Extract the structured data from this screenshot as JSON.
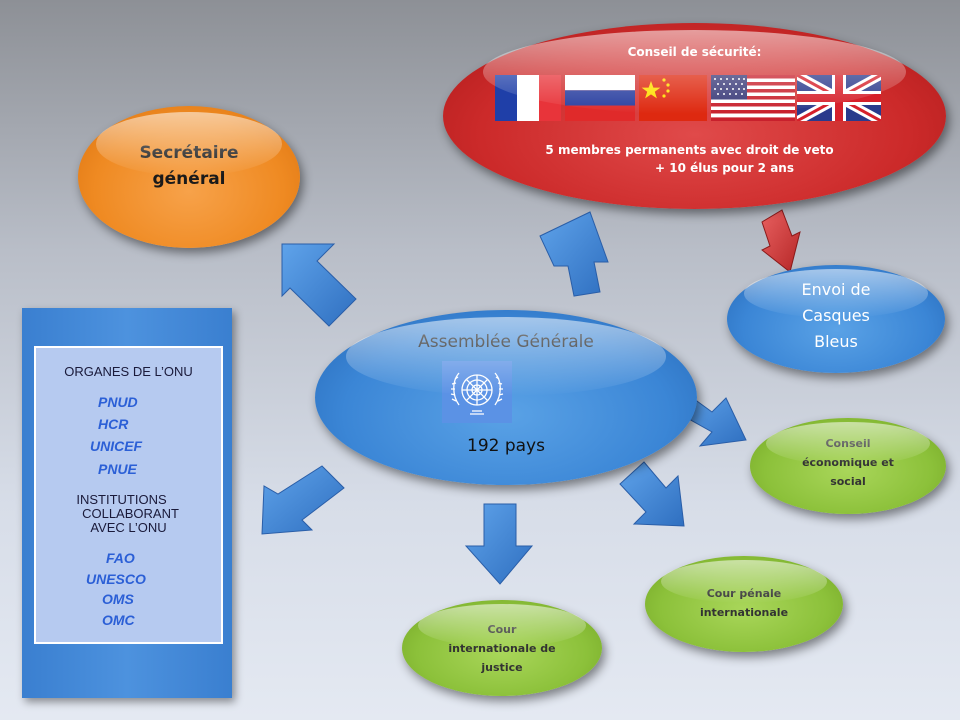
{
  "secretariat": {
    "line1": "Secrétaire",
    "line2": "général"
  },
  "security_council": {
    "title": "Conseil de sécurité:",
    "line1": "5 membres permanents avec droit de veto",
    "line2": "+ 10 élus pour 2 ans",
    "flags": [
      "france-flag",
      "russia-flag",
      "china-flag",
      "usa-flag",
      "uk-flag"
    ]
  },
  "general_assembly": {
    "title": "Assemblée Générale",
    "count": "192 pays",
    "logo": "un-emblem-icon"
  },
  "peacekeeping": {
    "line1": "Envoi de",
    "line2": "Casques",
    "line3": "Bleus"
  },
  "ecosoc": {
    "line1": "Conseil",
    "line2": "économique et",
    "line3": "social"
  },
  "icc": {
    "line1": "Cour pénale",
    "line2": "internationale"
  },
  "icj": {
    "line1": "Cour",
    "line2": "internationale de",
    "line3": "justice"
  },
  "organs": {
    "heading": "ORGANES DE L’ONU",
    "items": [
      "PNUD",
      "HCR",
      "UNICEF",
      "PNUE"
    ],
    "institutions_heading": [
      "INSTITUTIONS",
      "COLLABORANT",
      "AVEC L’ONU"
    ],
    "institutions": [
      "FAO",
      "UNESCO",
      "OMS",
      "OMC"
    ]
  },
  "colors": {
    "secretariat": "#ef8a22",
    "security_council": "#cc2a2a",
    "assembly": "#3b86d6",
    "green_nodes": "#8cc13a",
    "arrow_blue": "#3b7fd0",
    "arrow_red": "#d63a3a"
  }
}
